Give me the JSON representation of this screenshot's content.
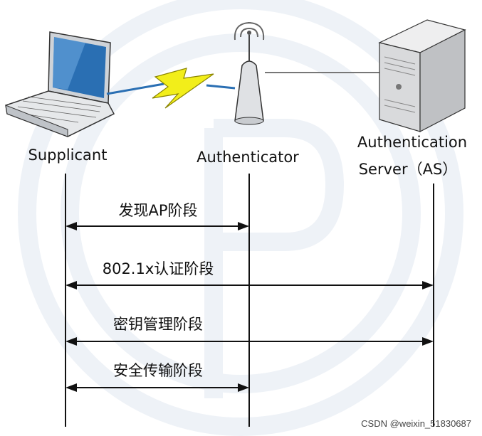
{
  "nodes": {
    "supplicant": "Supplicant",
    "authenticator": "Authenticator",
    "server_line1": "Authentication",
    "server_line2": "Server（AS）"
  },
  "phases": [
    {
      "label": "发现AP阶段",
      "from": "supplicant",
      "to": "authenticator"
    },
    {
      "label": "802.1x认证阶段",
      "from": "supplicant",
      "to": "server"
    },
    {
      "label": "密钥管理阶段",
      "from": "supplicant",
      "to": "server"
    },
    {
      "label": "安全传输阶段",
      "from": "supplicant",
      "to": "authenticator"
    }
  ],
  "credit": "CSDN @weixin_51830687",
  "colors": {
    "lightning": "#f2ee1a",
    "laptop_screen": "#2a6fb3",
    "server_body": "#d9dadc",
    "line": "#111111"
  },
  "icons": {
    "laptop": "laptop-icon",
    "access_point": "access-point-icon",
    "server": "server-tower-icon",
    "wireless_link": "lightning-bolt-icon"
  }
}
